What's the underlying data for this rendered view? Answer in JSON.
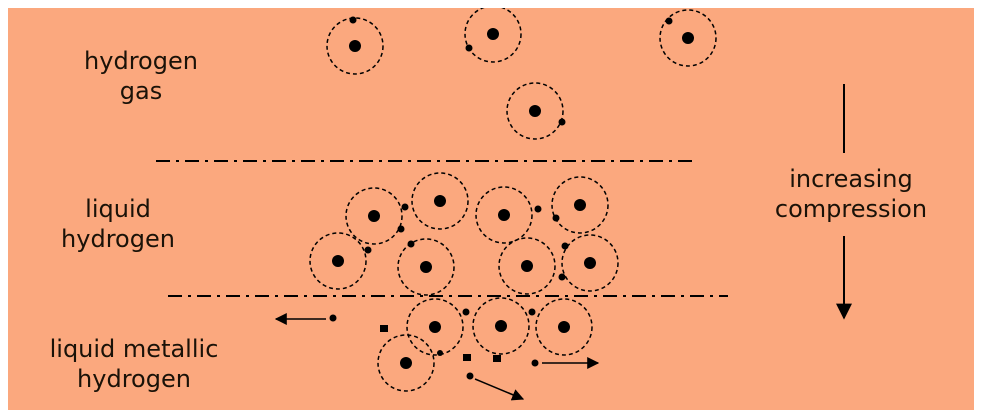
{
  "labels": {
    "gas": [
      "hydrogen",
      "gas"
    ],
    "liquid": [
      "liquid",
      "hydrogen"
    ],
    "metallic": [
      "liquid metallic",
      "hydrogen"
    ],
    "compression": [
      "increasing",
      "compression"
    ]
  },
  "colors": {
    "background": "#fba87e",
    "ink": "#000000"
  },
  "icons": {
    "atom": "hydrogen-atom-icon",
    "proton": "proton-icon",
    "electron": "electron-icon",
    "free-electron": "free-electron-icon",
    "arrow": "arrow-icon"
  }
}
